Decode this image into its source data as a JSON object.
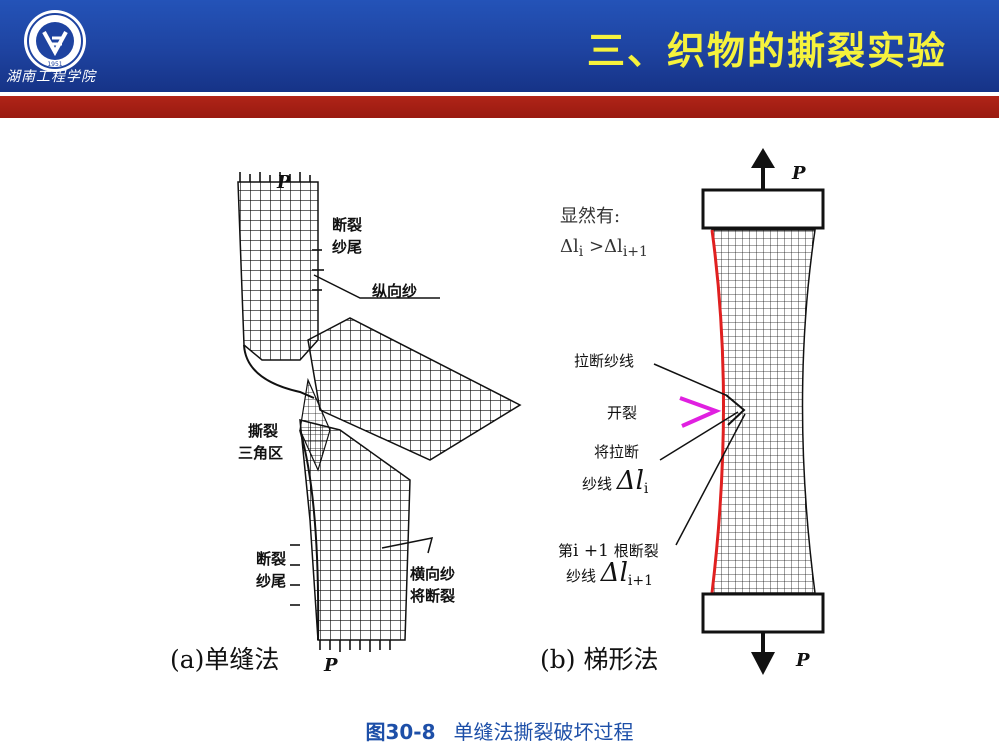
{
  "header": {
    "title": "三、织物的撕裂实验",
    "school_name": "湖南工程学院",
    "logo_year": "1951",
    "colors": {
      "header_blue": "#1e43a0",
      "title_yellow": "#f6f23c",
      "band_red": "#9a1a10"
    }
  },
  "figure_a": {
    "force_top": "P",
    "force_bottom": "P",
    "labels": {
      "tear_tail_top": [
        "断裂",
        "纱尾"
      ],
      "warp_yarn": "纵向纱",
      "tear_triangle": [
        "撕裂",
        "三角区"
      ],
      "tear_tail_bottom": [
        "断裂",
        "纱尾"
      ],
      "weft_break": [
        "横向纱",
        "将断裂"
      ]
    },
    "caption": "(a)单缝法"
  },
  "figure_b": {
    "force_top": "P",
    "force_bottom": "P",
    "note_line1": "显然有:",
    "note_line2": "Δl",
    "note_sub1": "i",
    "note_gt": " >Δl",
    "note_sub2": "i+1",
    "labels": {
      "broken_yarn": "拉断纱线",
      "crack": "开裂",
      "about_to_break_1": "将拉断",
      "about_to_break_2": "纱线",
      "delta_li": "Δl",
      "delta_li_sub": "i",
      "next_yarn_1a": "第",
      "next_yarn_1b": "i +1",
      "next_yarn_1c": " 根断裂",
      "next_yarn_2": "纱线",
      "delta_li1": "Δl",
      "delta_li1_sub": "i+1"
    },
    "caption": "(b)  梯形法",
    "colors": {
      "edge_red": "#e02020",
      "crack_magenta": "#e020e0"
    }
  },
  "figure_caption": {
    "number": "图30-8",
    "text": "单缝法撕裂破坏过程"
  }
}
